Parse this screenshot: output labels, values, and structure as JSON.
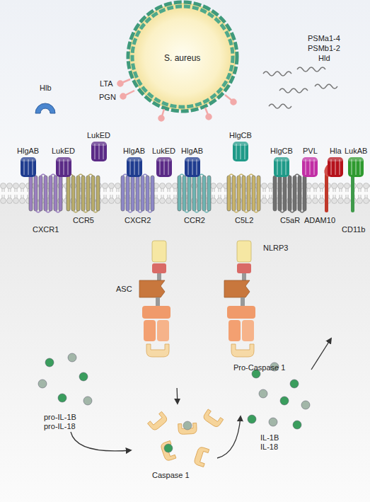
{
  "diagram": {
    "nodes": [
      {
        "text": [
          "S. aureus"
        ]
      },
      {
        "text": [
          "NLRP3",
          "ASC",
          "Pro-Caspase 1"
        ]
      },
      {
        "text": [
          "pro-IL-1B",
          "pro-IL-18"
        ]
      },
      {
        "text": [
          "Caspase 1"
        ]
      },
      {
        "text": [
          "IL-1B",
          "IL-18"
        ]
      }
    ],
    "edges": [
      {
        "from": 1,
        "to": 3,
        "arrow": "to"
      },
      {
        "from": 2,
        "to": 3,
        "arrow": "to"
      },
      {
        "from": 3,
        "to": 4,
        "arrow": "to"
      }
    ],
    "labels": [
      "LTA",
      "PGN",
      "Hlb",
      "PSMa1-4",
      "PSMb1-2",
      "Hld",
      "HlgAB",
      "LukED",
      "LukED",
      "HlgAB",
      "LukED",
      "HlgAB",
      "HlgCB",
      "HlgCB",
      "PVL",
      "Hla",
      "LukAB",
      "CXCR1",
      "CCR5",
      "CXCR2",
      "CCR2",
      "C5L2",
      "C5aR",
      "ADAM10",
      "CD11b"
    ]
  }
}
